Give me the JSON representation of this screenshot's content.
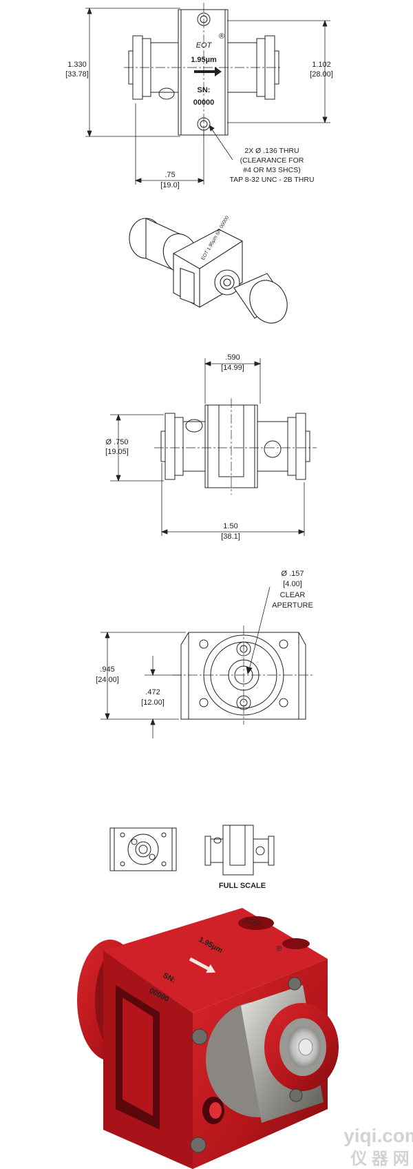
{
  "view1": {
    "height_in": "1.330",
    "height_mm": "[33.78]",
    "body_height_in": "1.102",
    "body_height_mm": "[28.00]",
    "depth_in": ".75",
    "depth_mm": "[19.0]",
    "label_brand": "EOT",
    "label_registered": "®",
    "label_wavelength": "1.95µm",
    "label_sn": "SN:",
    "label_sn_value": "00000",
    "note_line1": "2X Ø .136 THRU",
    "note_line2": "(CLEARANCE FOR",
    "note_line3": "#4 OR M3 SHCS)",
    "note_line4": "TAP 8-32 UNC - 2B THRU"
  },
  "view3": {
    "width_in": ".590",
    "width_mm": "[14.99]",
    "diameter_in": "Ø .750",
    "diameter_mm": "[19.05]",
    "length_in": "1.50",
    "length_mm": "[38.1]"
  },
  "view4": {
    "aperture_in": "Ø .157",
    "aperture_mm": "[4.00]",
    "aperture_line1": "CLEAR",
    "aperture_line2": "APERTURE",
    "height_in": ".945",
    "height_mm": "[24.00]",
    "center_in": ".472",
    "center_mm": "[12.00]"
  },
  "full_scale_label": "FULL SCALE",
  "render": {
    "label_brand": "EOT",
    "label_registered": "®",
    "label_wavelength": "1.95µm",
    "label_sn": "SN:",
    "label_sn_value": "00000",
    "body_color": "#c0161b"
  },
  "watermark": {
    "line1": "yiqi.com",
    "line2": "仪 器 网"
  }
}
